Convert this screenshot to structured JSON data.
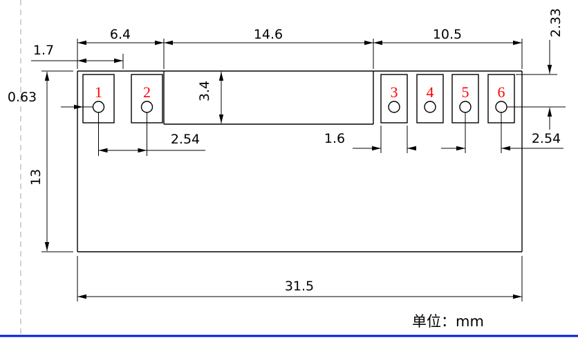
{
  "drawing": {
    "unit_label": "单位：mm",
    "pads": [
      {
        "number": "1"
      },
      {
        "number": "2"
      },
      {
        "number": "3"
      },
      {
        "number": "4"
      },
      {
        "number": "5"
      },
      {
        "number": "6"
      }
    ],
    "dimensions": {
      "left_section_width": "6.4",
      "middle_section_width": "14.6",
      "right_section_width": "10.5",
      "pad1_width": "1.7",
      "hole_edge_offset": "0.63",
      "middle_section_depth": "3.4",
      "left_pad_pitch": "2.54",
      "right_pad_width": "1.6",
      "right_pad_pitch": "2.54",
      "body_height": "13",
      "total_width": "31.5",
      "pad_top_to_hole_center": "2.33"
    },
    "colors": {
      "geometry_line": "#000000",
      "pad_number": "#ff0000",
      "frame_line": "#0018d8",
      "dashed_border": "#b3b3b3"
    }
  }
}
